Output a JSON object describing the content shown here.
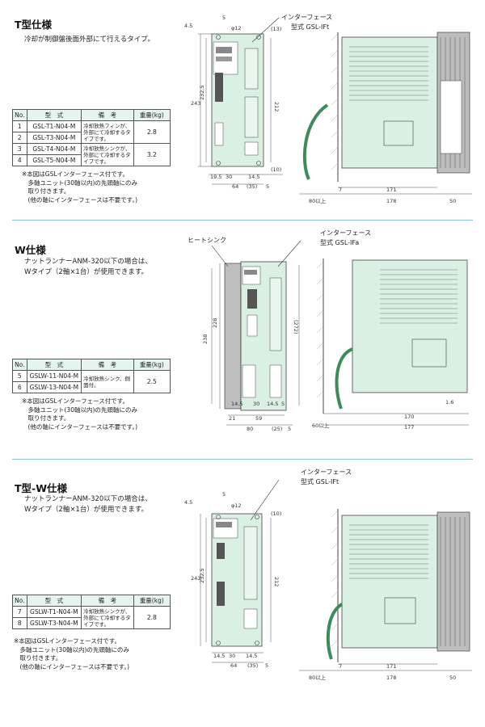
{
  "colors": {
    "unit_fill": "#d9f0e2",
    "unit_stroke": "#444",
    "divider": "#8cc5cf",
    "table_header": "#e6f4ee",
    "heatsink": "#bdbdbd"
  },
  "table_headers": {
    "no": "No.",
    "model": "型　式",
    "note": "備　考",
    "weight": "重量(kg)"
  },
  "sections": [
    {
      "title": "T型仕様",
      "desc": [
        "冷却が制御盤後面外部にて行えるタイプ。"
      ],
      "rows": [
        {
          "no": "1",
          "model": "GSL-T1-N04-M"
        },
        {
          "no": "2",
          "model": "GSL-T3-N04-M"
        },
        {
          "no": "3",
          "model": "GSL-T4-N04-M"
        },
        {
          "no": "4",
          "model": "GSL-T5-N04-M"
        }
      ],
      "groups": [
        {
          "note": "冷却放熱フィンが、外部にて冷却するタイプです。",
          "weight": "2.8"
        },
        {
          "note": "冷却放熱シンクが、外部にて冷却するタイプです。",
          "weight": "3.2"
        }
      ],
      "footnote": [
        "※本図はGSLインターフェース付です。",
        "　多軸ユニット(30軸以内)の先頭軸にのみ",
        "　取り付きます。",
        "　(他の軸にインターフェースは不要です。)"
      ],
      "interface_label": [
        "インターフェース",
        "型式 GSL-IFt"
      ],
      "dims": {
        "front_top": [
          "4.5",
          "5",
          "φ12"
        ],
        "front_left": [
          "243",
          "232.5"
        ],
        "front_right": [
          "212",
          "(13)",
          "(10)"
        ],
        "front_bottom": [
          "19.5",
          "30",
          "14.5",
          "(35)",
          "5",
          "64"
        ],
        "side": [
          "7",
          "171",
          "80以上",
          "178",
          "50"
        ]
      }
    },
    {
      "title": "W仕様",
      "desc": [
        "ナットランナーANM-320以下の場合は、",
        "Wタイプ（2軸×1台）が使用できます。"
      ],
      "rows": [
        {
          "no": "5",
          "model": "GSLW-11-N04-M"
        },
        {
          "no": "6",
          "model": "GSLW-13-N04-M"
        }
      ],
      "groups": [
        {
          "note": "冷却放熱シンク、側面付。",
          "weight": "2.5"
        }
      ],
      "footnote": [
        "※本図はGSLインターフェース付です。",
        "　多軸ユニット(30軸以内)の先頭軸にのみ",
        "　取り付きます。",
        "　(他の軸にインターフェースは不要です。)"
      ],
      "heatsink_label": "ヒートシンク",
      "interface_label": [
        "インターフェース",
        "型式 GSL-IFa"
      ],
      "dims": {
        "front_left": [
          "238",
          "228"
        ],
        "front_right": [
          "(272)"
        ],
        "front_bottom": [
          "14.5",
          "30",
          "14.5",
          "5",
          "21",
          "59",
          "80",
          "(25)",
          "5"
        ],
        "side": [
          "1.6",
          "170",
          "60以上",
          "177"
        ]
      }
    },
    {
      "title": "T型-W仕様",
      "desc": [
        "ナットランナーANM-320以下の場合は、",
        "Wタイプ（2軸×1台）が使用できます。"
      ],
      "rows": [
        {
          "no": "7",
          "model": "GSLW-T1-N04-M"
        },
        {
          "no": "8",
          "model": "GSLW-T3-N04-M"
        }
      ],
      "groups": [
        {
          "note": "冷却放熱シンクが、外部にて冷却するタイプです。",
          "weight": "2.8"
        }
      ],
      "footnote": [
        "※本図はGSLインターフェース付です。",
        "　多軸ユニット(30軸以内)の先頭軸にのみ",
        "　取り付きます。",
        "　(他の軸にインターフェースは不要です。)"
      ],
      "interface_label": [
        "インターフェース",
        "型式 GSL-IFt"
      ],
      "dims": {
        "front_top": [
          "4.5",
          "5",
          "φ12"
        ],
        "front_left": [
          "243",
          "232.5"
        ],
        "front_right": [
          "212",
          "(10)"
        ],
        "front_bottom": [
          "14.5",
          "30",
          "14.5",
          "(35)",
          "5",
          "64"
        ],
        "side": [
          "7",
          "171",
          "80以上",
          "178",
          "50"
        ]
      }
    }
  ]
}
